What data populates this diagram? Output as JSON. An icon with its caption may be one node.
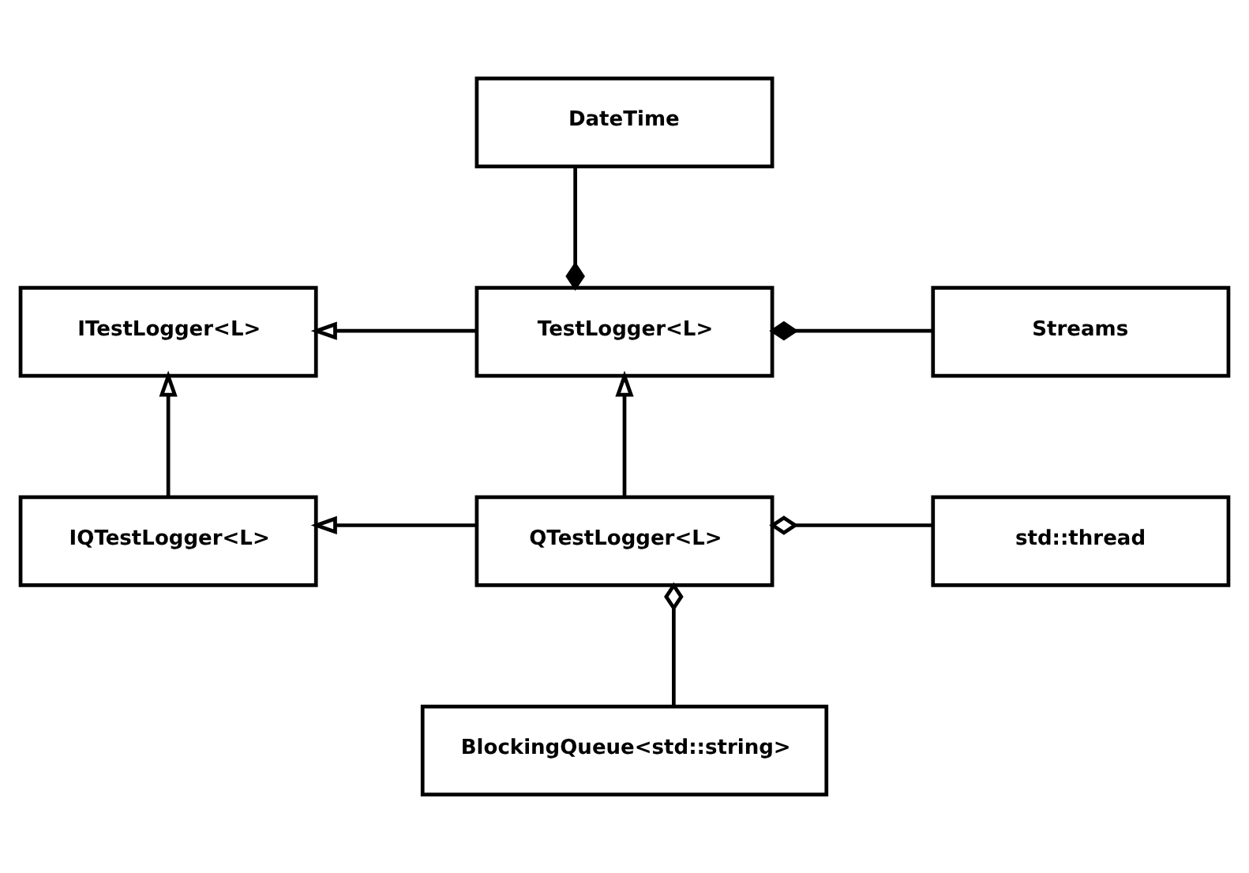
{
  "diagram": {
    "nodes": [
      {
        "text": [
          "DateTime"
        ]
      },
      {
        "text": [
          "ITestLogger<L>"
        ]
      },
      {
        "text": [
          "TestLogger<L>"
        ]
      },
      {
        "text": [
          "Streams"
        ]
      },
      {
        "text": [
          "IQTestLogger<L>"
        ]
      },
      {
        "text": [
          "QTestLogger<L>"
        ]
      },
      {
        "text": [
          "std::thread"
        ]
      },
      {
        "text": [
          "BlockingQueue<std::string>"
        ]
      }
    ],
    "edges": [
      {
        "from": 2,
        "to": 1,
        "arrow": "to"
      },
      {
        "from": 0,
        "to": 2,
        "arrow": "other"
      },
      {
        "from": 3,
        "to": 2,
        "arrow": "other"
      },
      {
        "from": 5,
        "to": 2,
        "arrow": "to"
      },
      {
        "from": 4,
        "to": 1,
        "arrow": "to"
      },
      {
        "from": 5,
        "to": 4,
        "arrow": "to"
      },
      {
        "from": 6,
        "to": 5,
        "arrow": "other"
      },
      {
        "from": 7,
        "to": 5,
        "arrow": "other"
      }
    ]
  }
}
